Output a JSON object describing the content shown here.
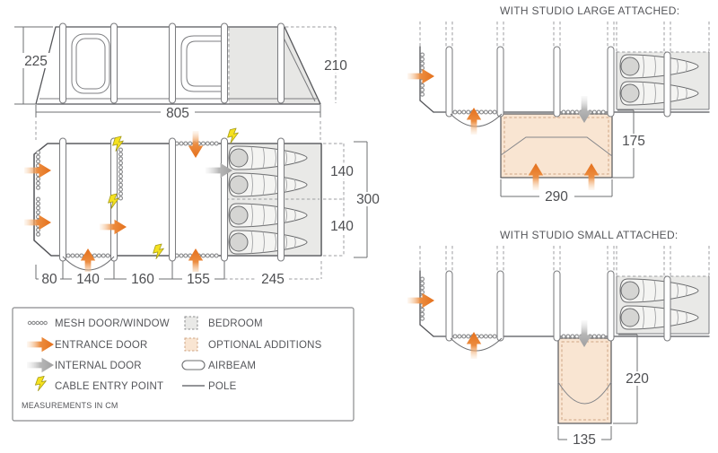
{
  "colors": {
    "entrance_door": "#e4711f",
    "internal_door": "#9f9fa0",
    "cable_entry": "#f5e11f",
    "bedroom_fill": "#e9e9e7",
    "optional_additions_fill": "#f9e5d2",
    "outline": "#55565a"
  },
  "elevation": {
    "height_left": "225",
    "height_right": "210",
    "length": "805"
  },
  "floorplan": {
    "bottom_dims": [
      "80",
      "140",
      "160",
      "155",
      "245"
    ],
    "right_dims": [
      "140",
      "140"
    ],
    "depth_total": "300"
  },
  "studio_large": {
    "title": "WITH STUDIO LARGE ATTACHED:",
    "width": "290",
    "depth": "175"
  },
  "studio_small": {
    "title": "WITH STUDIO SMALL ATTACHED:",
    "width": "135",
    "depth": "220"
  },
  "legend": {
    "left": [
      {
        "icon": "mesh-door-window-icon",
        "label": "MESH DOOR/WINDOW"
      },
      {
        "icon": "entrance-door-icon",
        "label": "ENTRANCE DOOR"
      },
      {
        "icon": "internal-door-icon",
        "label": "INTERNAL DOOR"
      },
      {
        "icon": "cable-entry-point-icon",
        "label": "CABLE ENTRY POINT"
      }
    ],
    "right": [
      {
        "icon": "bedroom-swatch",
        "label": "BEDROOM"
      },
      {
        "icon": "optional-additions-swatch",
        "label": "OPTIONAL ADDITIONS"
      },
      {
        "icon": "airbeam-icon",
        "label": "AIRBEAM"
      },
      {
        "icon": "pole-icon",
        "label": "POLE"
      }
    ],
    "note": "MEASUREMENTS IN CM"
  }
}
